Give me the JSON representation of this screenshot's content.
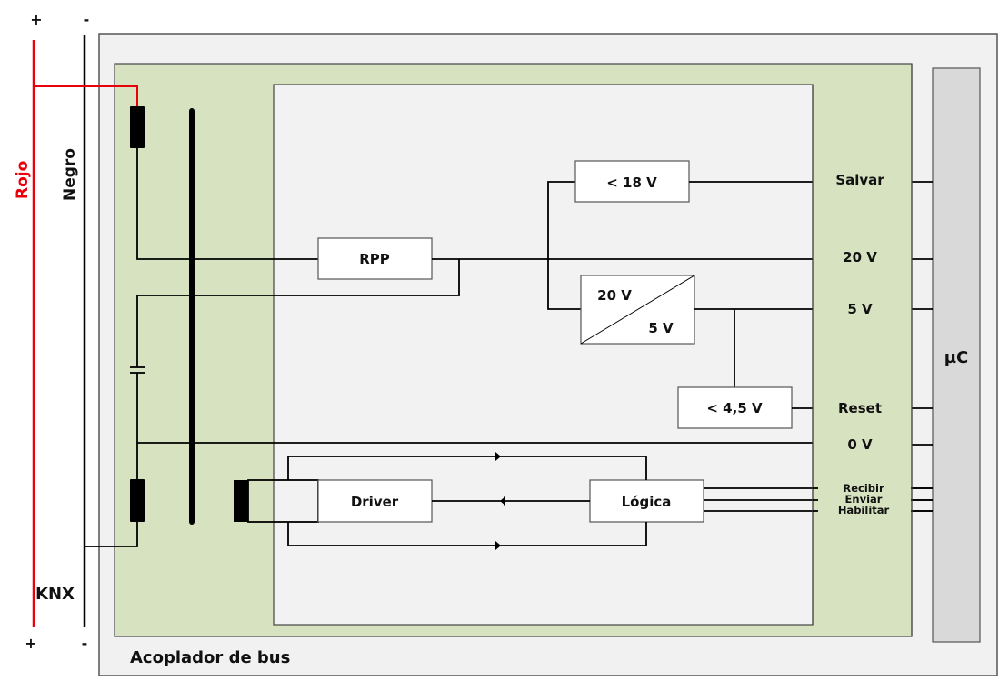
{
  "diagram": {
    "title": "Acoplador de bus",
    "bus": {
      "name": "KNX",
      "wire_red_label": "Rojo",
      "wire_black_label": "Negro",
      "plus_symbol": "+",
      "minus_symbol": "-",
      "red_color": "#e8000a",
      "black_color": "#000000"
    },
    "blocks": {
      "rpp": "RPP",
      "lt18": "< 18 V",
      "converter_in": "20 V",
      "converter_out": "5 V",
      "lt45": "< 4,5 V",
      "driver": "Driver",
      "logica": "Lógica",
      "mcu": "µC"
    },
    "interface_signals": [
      "Salvar",
      "20 V",
      "5 V",
      "Reset",
      "0 V",
      "Recibir",
      "Enviar",
      "Habilitar"
    ],
    "colors": {
      "outer_box": "#f1f1f1",
      "green_panel": "#d7e3c0",
      "inner_box": "#f2f2f2",
      "mcu_box": "#d9d9d9",
      "block_fill": "#ffffff"
    }
  }
}
